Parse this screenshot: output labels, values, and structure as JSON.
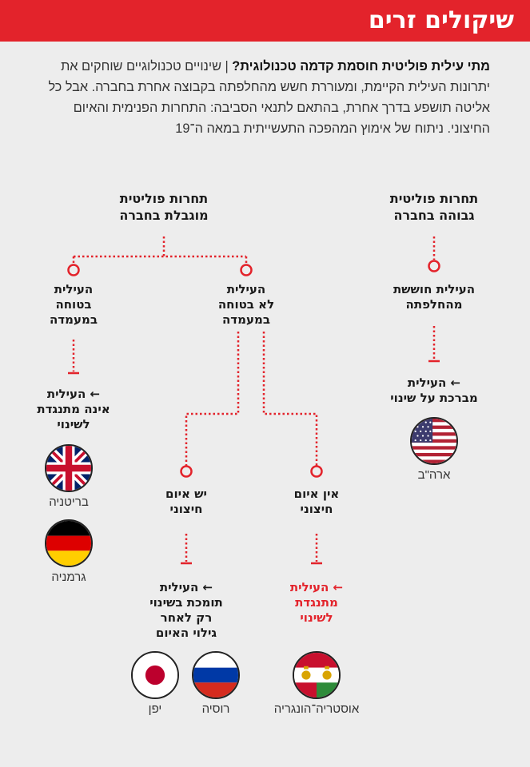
{
  "header": {
    "title": "שיקולים זרים"
  },
  "intro": {
    "lead": "מתי עילית פוליטית חוסמת קדמה טכנולוגית?",
    "separator": "|",
    "body": "שינויים טכנולוגיים שוחקים את יתרונות העילית הקיימת, ומעוררת חשש מהחלפתה בקבוצה אחרת בחברה. אבל כל אליטה תושפע בדרך אחרת, בהתאם לתנאי הסביבה: התחרות הפנימית והאיום החיצוני. ניתוח של אימוץ המהפכה התעשייתית במאה ה־19"
  },
  "tree": {
    "high_competition": "תחרות פוליטית\nגבוהה בחברה",
    "limited_competition": "תחרות פוליטית\nמוגבלת בחברה",
    "elite_fears": "העילית חוששת\nמהחלפתה",
    "elite_welcomes": "העילית\nמברכת על שינוי",
    "elite_not_secure": "העילית\nלא בטוחה\nבמעמדה",
    "elite_secure": "העילית\nבטוחה\nבמעמדה",
    "elite_not_opposed": "העילית\nאינה מתנגדת\nלשינוי",
    "no_threat": "אין איום\nחיצוני",
    "threat": "יש איום\nחיצוני",
    "elite_opposes": "העילית\nמתנגדת\nלשינוי",
    "elite_supports_after": "העילית\nתומכת בשינוי\nרק לאחר\nגילוי האיום",
    "arrow": "←"
  },
  "countries": {
    "usa": "ארה\"ב",
    "britain": "בריטניה",
    "germany": "גרמניה",
    "austria_hungary": "אוסטריה־הונגריה",
    "russia": "רוסיה",
    "japan": "יפן"
  },
  "colors": {
    "accent": "#e3232b",
    "background": "#ededed",
    "text": "#1a1a1a"
  },
  "icons": [
    "usa-flag-icon",
    "uk-flag-icon",
    "germany-flag-icon",
    "austria-hungary-flag-icon",
    "russia-flag-icon",
    "japan-flag-icon"
  ]
}
